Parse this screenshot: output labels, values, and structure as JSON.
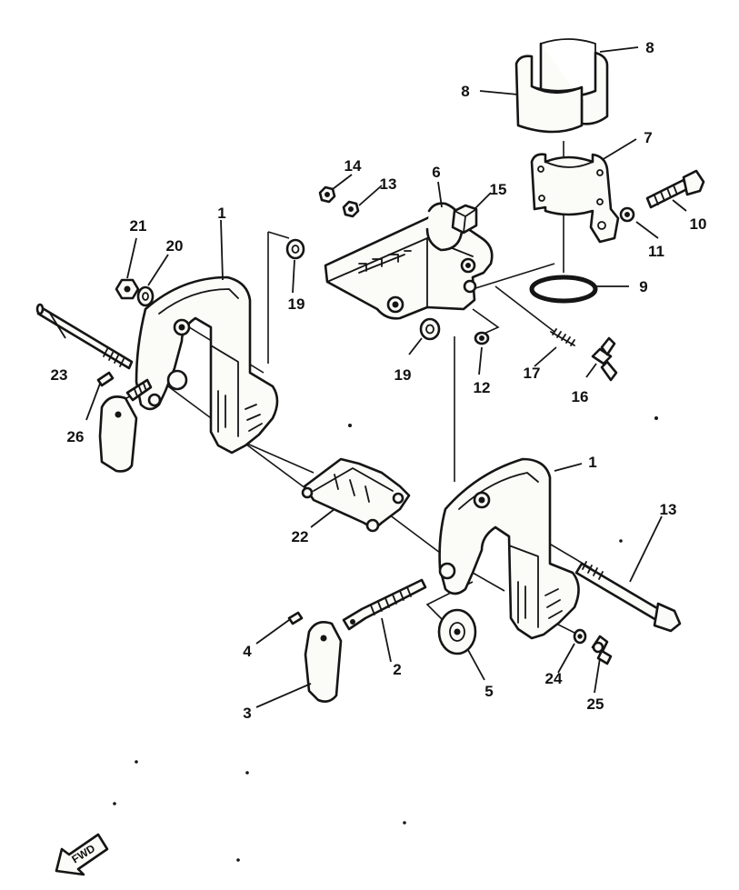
{
  "diagram": {
    "direction_label": "FWD",
    "callouts": {
      "c1a": "1",
      "c1b": "1",
      "c2": "2",
      "c3": "3",
      "c4": "4",
      "c5": "5",
      "c6": "6",
      "c7": "7",
      "c8a": "8",
      "c8b": "8",
      "c9": "9",
      "c10": "10",
      "c11": "11",
      "c12": "12",
      "c13a": "13",
      "c13b": "13",
      "c14": "14",
      "c15": "15",
      "c16": "16",
      "c17": "17",
      "c19a": "19",
      "c19b": "19",
      "c20": "20",
      "c21": "21",
      "c22": "22",
      "c23": "23",
      "c24": "24",
      "c25": "25",
      "c26": "26"
    }
  }
}
